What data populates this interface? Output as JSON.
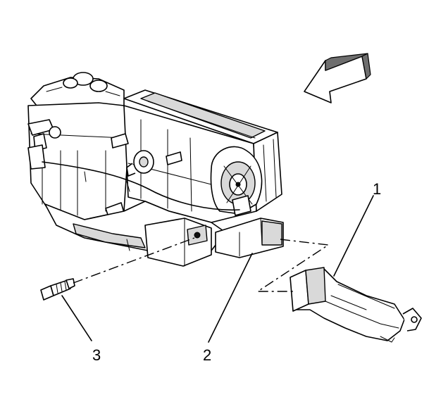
{
  "callouts": [
    {
      "label": "1"
    },
    {
      "label": "2"
    },
    {
      "label": "3"
    }
  ],
  "colors": {
    "line": "#000000",
    "shade": "#d9d9d9",
    "dark": "#6e6e6e",
    "background": "#ffffff"
  }
}
